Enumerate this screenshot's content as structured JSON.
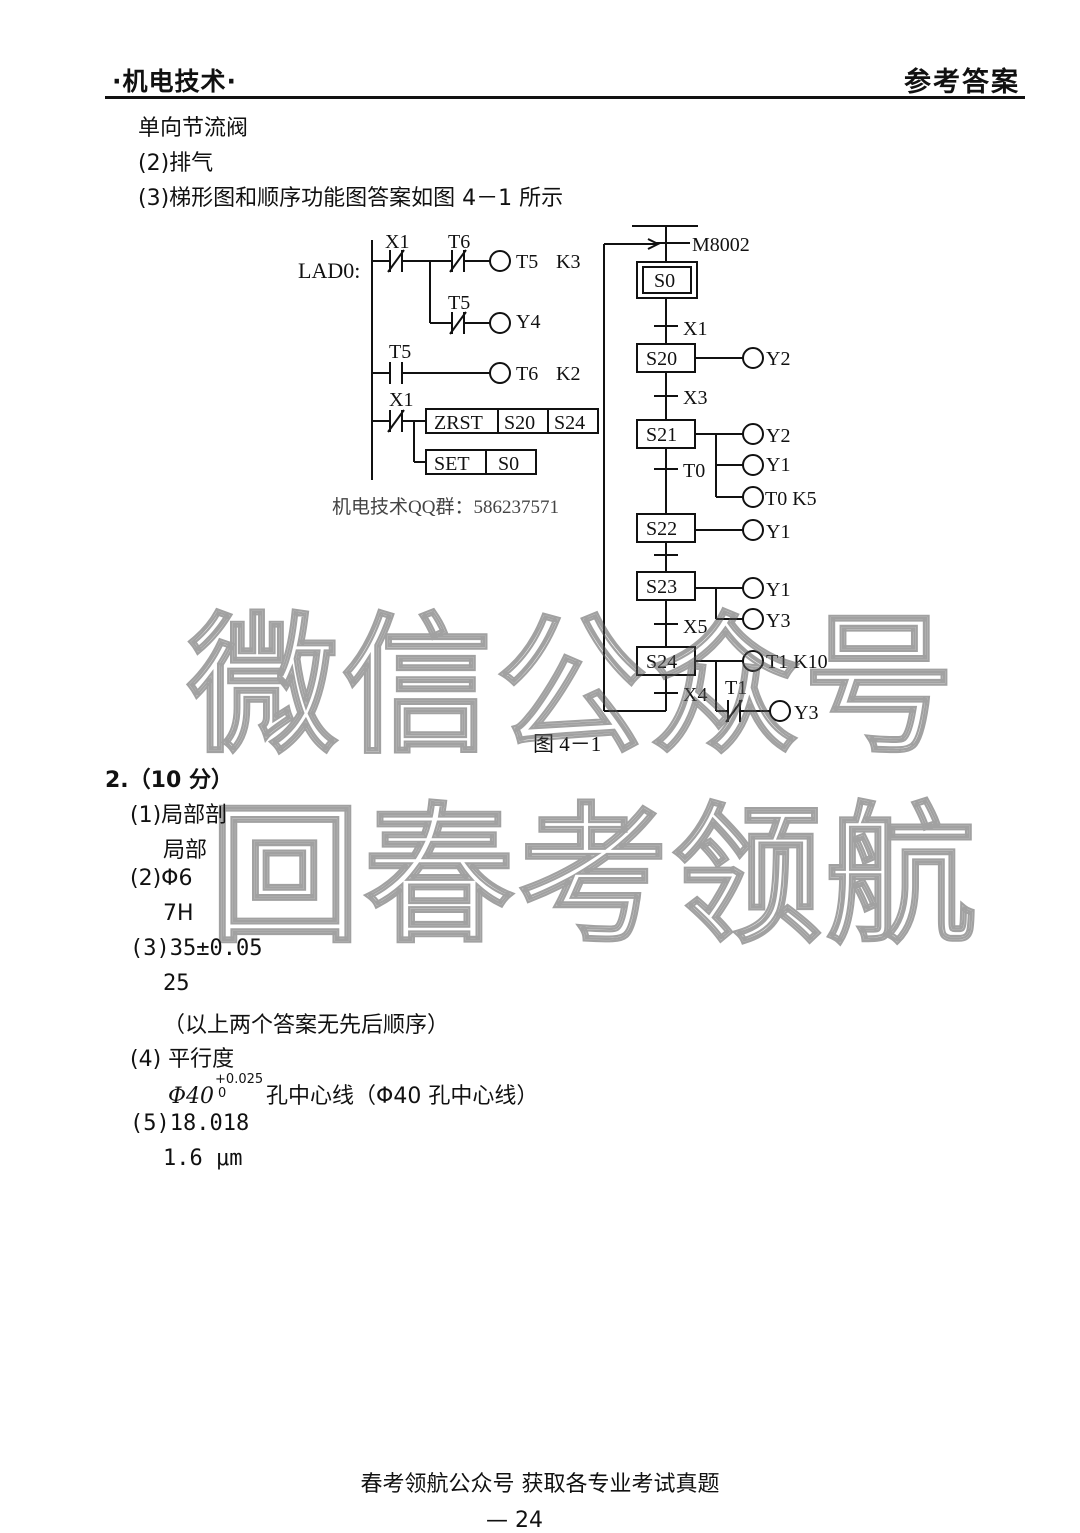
{
  "header": {
    "subject": "·机电技术·",
    "right_title": "参考答案"
  },
  "q1": {
    "line1": "单向节流阀",
    "line2": "(2)排气",
    "line3": "(3)梯形图和顺序功能图答案如图 4－1 所示"
  },
  "ladder": {
    "label": "LAD0:",
    "r1_c1": "X1",
    "r1_c2": "T6",
    "r1_coil": "T5",
    "r1_k": "K3",
    "r2_c": "T5",
    "r2_coil": "Y4",
    "r3_c": "T5",
    "r3_coil": "T6",
    "r3_k": "K2",
    "r4_c": "X1",
    "r4_i1": "ZRST",
    "r4_i2": "S20",
    "r4_i3": "S24",
    "r5_i1": "SET",
    "r5_i2": "S0"
  },
  "sfc": {
    "m8002": "M8002",
    "s0": "S0",
    "t1": "X1",
    "s20": "S20",
    "s20_out": "Y2",
    "t2": "X3",
    "s21": "S21",
    "s21_out1": "Y2",
    "s21_out2": "Y1",
    "s21_out3": "T0 K5",
    "t3": "T0",
    "s22": "S22",
    "s22_out": "Y1",
    "s23": "S23",
    "s23_out1": "Y1",
    "s23_out2": "Y3",
    "t5": "X5",
    "s24": "S24",
    "s24_out1": "T1 K10",
    "s24_c": "T1",
    "s24_out2": "Y3",
    "t6": "X4"
  },
  "qq_group": "机电技术QQ群：586237571",
  "figure_caption": "图 4－1",
  "watermark": {
    "line1": "微信公众号",
    "line2": "回春考领航"
  },
  "q2": {
    "title": "2.（10 分）",
    "a1": "(1)局部剖",
    "a1b": "局部",
    "a2": "(2)Φ6",
    "a2b": "7H",
    "a3": "(3)35±0.05",
    "a3b": "25",
    "a3c": "（以上两个答案无先后顺序）",
    "a4": "(4) 平行度",
    "a4b_pre": "Φ40",
    "a4b_sup": "+0.025",
    "a4b_sub": "0",
    "a4b_post": "孔中心线（Φ40 孔中心线）",
    "a5": "(5)18.018",
    "a5b": "1.6 μm"
  },
  "footer": {
    "text": "春考领航公众号 获取各专业考试真题",
    "page": "— 24"
  }
}
